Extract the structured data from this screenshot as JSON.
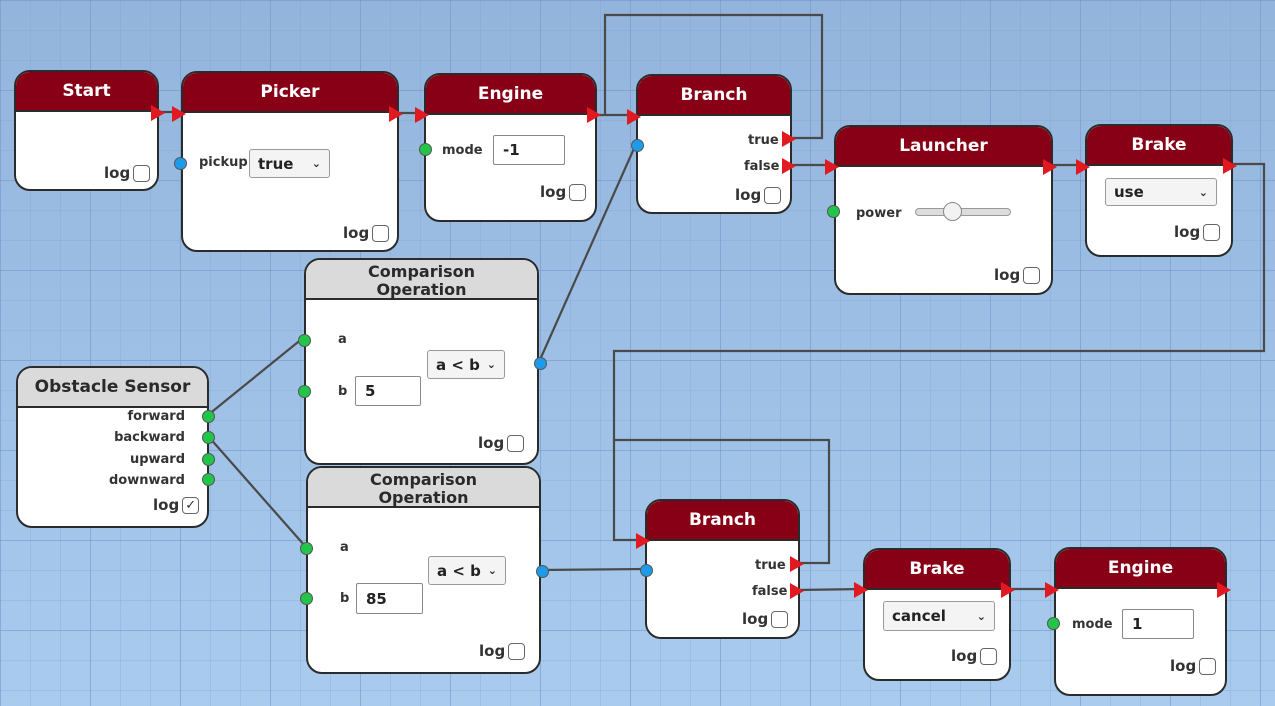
{
  "nodes": {
    "start": {
      "title": "Start",
      "log": "log"
    },
    "picker": {
      "title": "Picker",
      "pickup_label": "pickup",
      "pickup_value": "true",
      "log": "log"
    },
    "engine1": {
      "title": "Engine",
      "mode_label": "mode",
      "mode_value": "-1",
      "log": "log"
    },
    "branch1": {
      "title": "Branch",
      "true_label": "true",
      "false_label": "false",
      "log": "log"
    },
    "launcher": {
      "title": "Launcher",
      "power_label": "power",
      "log": "log"
    },
    "brake1": {
      "title": "Brake",
      "value": "use",
      "log": "log"
    },
    "comparison1": {
      "title_line1": "Comparison",
      "title_line2": "Operation",
      "a_label": "a",
      "b_label": "b",
      "b_value": "5",
      "operator": "a < b",
      "log": "log"
    },
    "obstacle": {
      "title": "Obstacle Sensor",
      "outputs": [
        "forward",
        "backward",
        "upward",
        "downward"
      ],
      "log": "log",
      "log_checked": "✓"
    },
    "comparison2": {
      "title_line1": "Comparison",
      "title_line2": "Operation",
      "a_label": "a",
      "b_label": "b",
      "b_value": "85",
      "operator": "a < b",
      "log": "log"
    },
    "branch2": {
      "title": "Branch",
      "true_label": "true",
      "false_label": "false",
      "log": "log"
    },
    "brake2": {
      "title": "Brake",
      "value": "cancel",
      "log": "log"
    },
    "engine2": {
      "title": "Engine",
      "mode_label": "mode",
      "mode_value": "1",
      "log": "log"
    }
  },
  "colors": {
    "header": "#870016",
    "flow_arrow": "#e11a22",
    "port_green": "#22c44a",
    "port_blue": "#1e9be8",
    "header_grey": "#dadada"
  },
  "icons": {
    "dropdown": "chevron-down-icon",
    "checked": "check-icon"
  }
}
